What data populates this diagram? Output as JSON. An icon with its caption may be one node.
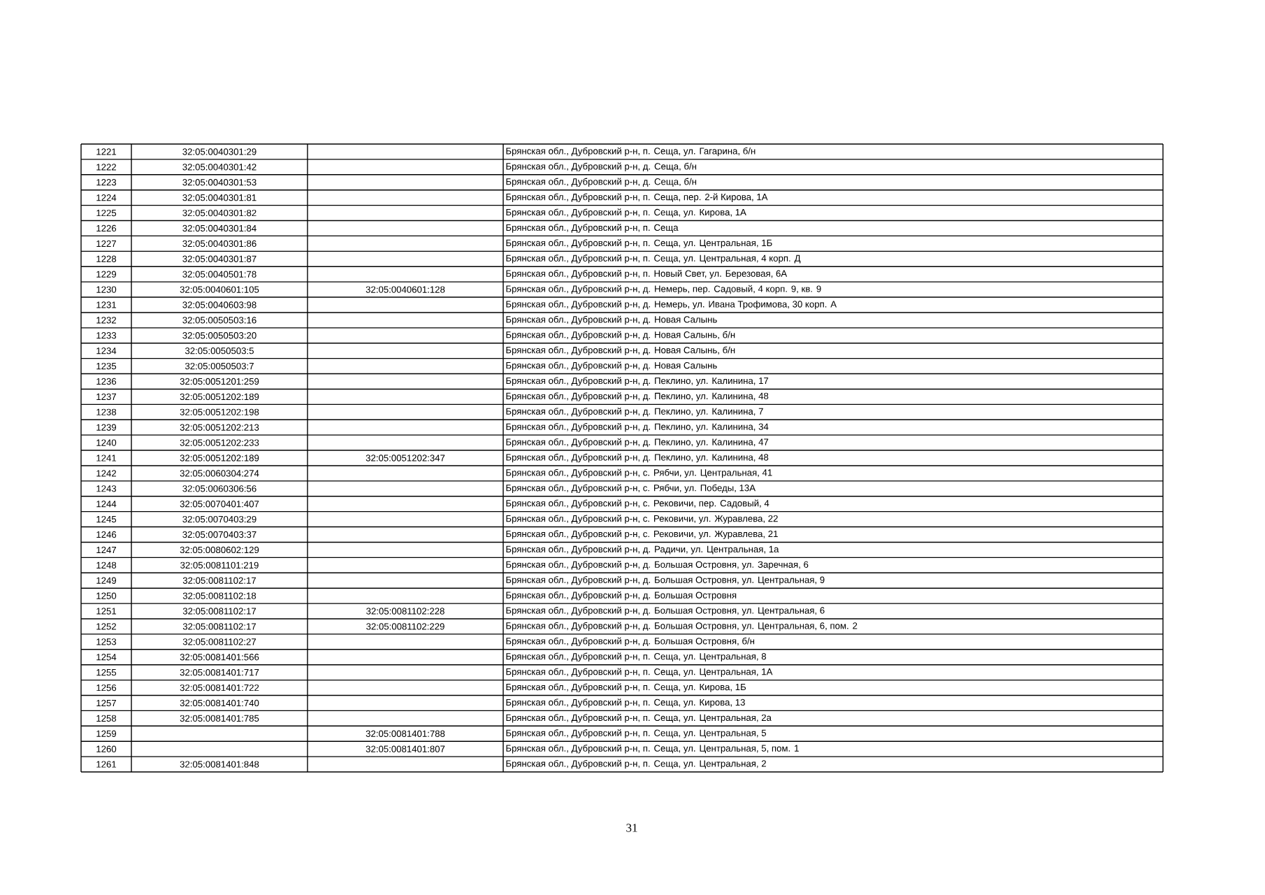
{
  "diagram": {
    "labels": [
      "1221",
      "32:05:0040301:29",
      "Брянская обл., Дубровский р-н, п. Сеща, ул. Гагарина, б/н",
      "1222",
      "32:05:0040301:42",
      "Брянская обл., Дубровский р-н, д. Сеща, б/н",
      "1223",
      "32:05:0040301:53",
      "Брянская обл., Дубровский р-н, д. Сеща, б/н",
      "1224",
      "32:05:0040301:81",
      "Брянская обл., Дубровский р-н, п. Сеща, пер. 2-й Кирова, 1А",
      "1225",
      "32:05:0040301:82",
      "Брянская обл., Дубровский р-н, п. Сеща, ул. Кирова, 1А",
      "1226",
      "32:05:0040301:84",
      "Брянская обл., Дубровский р-н, п. Сеща",
      "1227",
      "32:05:0040301:86",
      "Брянская обл., Дубровский р-н, п. Сеща, ул. Центральная, 1Б",
      "1228",
      "32:05:0040301:87",
      "Брянская обл., Дубровский р-н, п. Сеща, ул. Центральная, 4 корп. Д",
      "1229",
      "32:05:0040501:78",
      "Брянская обл., Дубровский р-н, п. Новый Свет, ул. Березовая, 6А",
      "1230",
      "32:05:0040601:105",
      "32:05:0040601:128",
      "Брянская обл., Дубровский р-н, д. Немерь, пер. Садовый, 4 корп. 9, кв. 9",
      "1231",
      "32:05:0040603:98",
      "Брянская обл., Дубровский р-н, д. Немерь, ул. Ивана Трофимова, 30 корп. А",
      "1232",
      "32:05:0050503:16",
      "Брянская обл., Дубровский р-н, д. Новая Салынь",
      "1233",
      "32:05:0050503:20",
      "Брянская обл., Дубровский р-н, д. Новая Салынь, б/н",
      "1234",
      "32:05:0050503:5",
      "Брянская обл., Дубровский р-н, д. Новая Салынь, б/н",
      "1235",
      "32:05:0050503:7",
      "Брянская обл., Дубровский р-н, д. Новая Салынь",
      "1236",
      "32:05:0051201:259",
      "Брянская обл., Дубровский р-н, д. Пеклино, ул. Калинина, 17",
      "1237",
      "32:05:0051202:189",
      "Брянская обл., Дубровский р-н, д. Пеклино, ул. Калинина, 48",
      "1238",
      "32:05:0051202:198",
      "Брянская обл., Дубровский р-н, д. Пеклино, ул. Калинина, 7",
      "1239",
      "32:05:0051202:213",
      "Брянская обл., Дубровский р-н, д. Пеклино, ул. Калинина, 34",
      "1240",
      "32:05:0051202:233",
      "Брянская обл., Дубровский р-н, д. Пеклино, ул. Калинина, 47",
      "1241",
      "32:05:0051202:189",
      "32:05:0051202:347",
      "Брянская обл., Дубровский р-н, д. Пеклино, ул. Калинина, 48",
      "1242",
      "32:05:0060304:274",
      "Брянская обл., Дубровский р-н, с. Рябчи, ул. Центральная, 41",
      "1243",
      "32:05:0060306:56",
      "Брянская обл., Дубровский р-н, с. Рябчи, ул. Победы, 13А",
      "1244",
      "32:05:0070401:407",
      "Брянская обл., Дубровский р-н, с. Рековичи, пер. Садовый, 4",
      "1245",
      "32:05:0070403:29",
      "Брянская обл., Дубровский р-н, с. Рековичи, ул. Журавлева, 22",
      "1246",
      "32:05:0070403:37",
      "Брянская обл., Дубровский р-н, с. Рековичи, ул. Журавлева, 21",
      "1247",
      "32:05:0080602:129",
      "Брянская обл., Дубровский р-н, д. Радичи, ул. Центральная, 1а",
      "1248",
      "32:05:0081101:219",
      "Брянская обл., Дубровский р-н, д. Большая Островня, ул. Заречная, 6",
      "1249",
      "32:05:0081102:17",
      "Брянская обл., Дубровский р-н, д. Большая Островня, ул. Центральная, 9",
      "1250",
      "32:05:0081102:18",
      "Брянская обл., Дубровский р-н, д. Большая Островня",
      "1251",
      "32:05:0081102:17",
      "32:05:0081102:228",
      "Брянская обл., Дубровский р-н, д. Большая Островня, ул. Центральная, 6",
      "1252",
      "32:05:0081102:17",
      "32:05:0081102:229",
      "Брянская обл., Дубровский р-н, д. Большая Островня, ул. Центральная, 6, пом. 2",
      "1253",
      "32:05:0081102:27",
      "Брянская обл., Дубровский р-н, д. Большая Островня, б/н",
      "1254",
      "32:05:0081401:566",
      "Брянская обл., Дубровский р-н, п. Сеща, ул. Центральная, 8",
      "1255",
      "32:05:0081401:717",
      "Брянская обл., Дубровский р-н, п. Сеща, ул. Центральная, 1А",
      "1256",
      "32:05:0081401:722",
      "Брянская обл., Дубровский р-н, п. Сеща, ул. Кирова, 1Б",
      "1257",
      "32:05:0081401:740",
      "Брянская обл., Дубровский р-н, п. Сеща, ул. Кирова, 13",
      "1258",
      "32:05:0081401:785",
      "Брянская обл., Дубровский р-н, п. Сеща, ул. Центральная, 2а",
      "1259",
      "32:05:0081401:788",
      "Брянская обл., Дубровский р-н, п. Сеща, ул. Центральная, 5",
      "1260",
      "32:05:0081401:807",
      "Брянская обл., Дубровский р-н, п. Сеща, ул. Центральная, 5, пом. 1",
      "1261",
      "32:05:0081401:848",
      "Брянская обл., Дубровский р-н, п. Сеща, ул. Центральная, 2",
      "31"
    ]
  }
}
